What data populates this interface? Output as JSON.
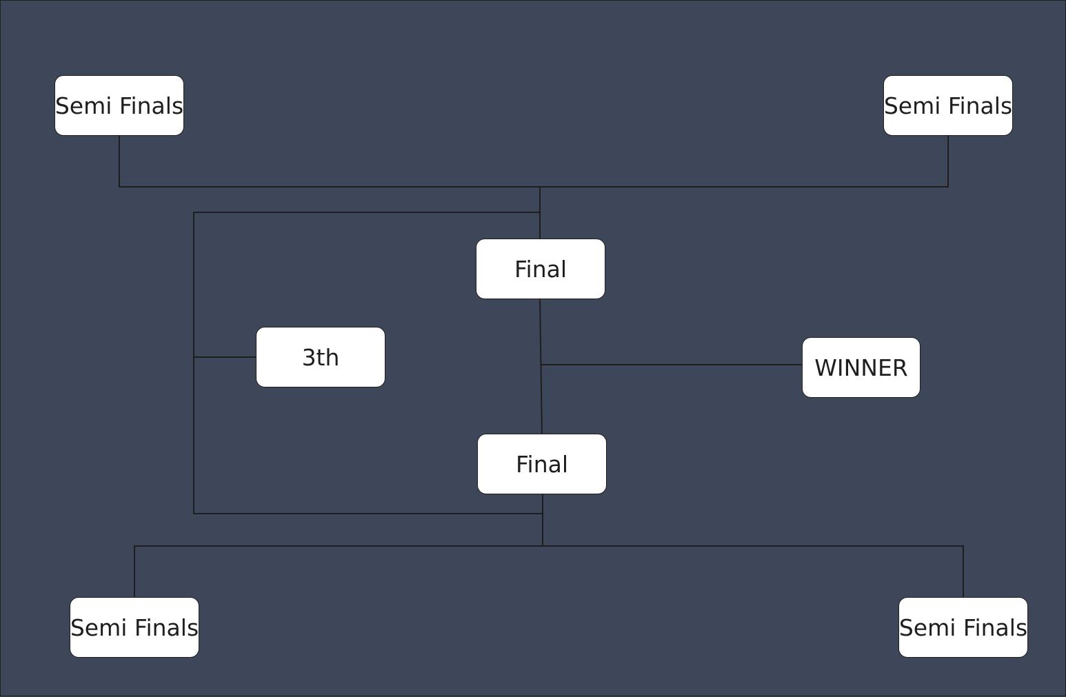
{
  "diagram": {
    "background": "#3e475a",
    "line_color": "#1e1e1e",
    "node_fill": "#ffffff",
    "nodes": {
      "semi_top_left": "Semi Finals",
      "semi_top_right": "Semi Finals",
      "semi_bottom_left": "Semi Finals",
      "semi_bottom_right": "Semi Finals",
      "final_top": "Final",
      "final_bottom": "Final",
      "third": "3th",
      "winner": "WINNER"
    }
  }
}
